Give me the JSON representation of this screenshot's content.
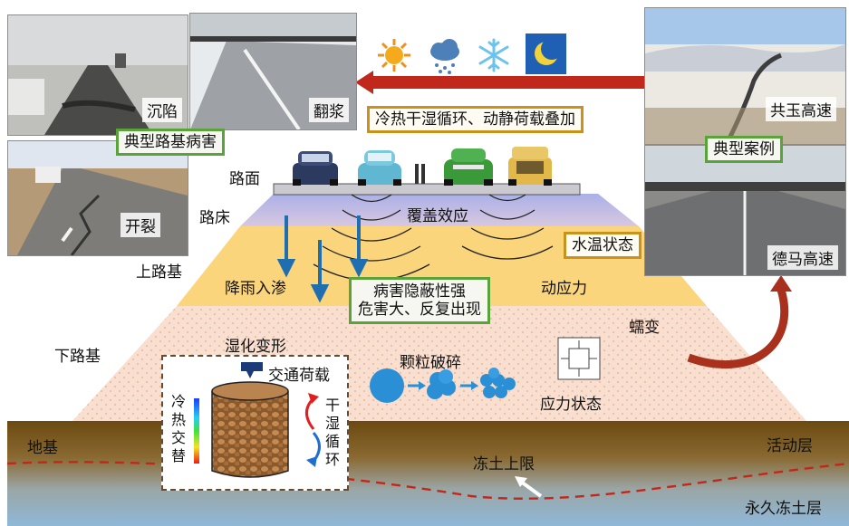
{
  "photos": {
    "subsidence": "沉陷",
    "slurry": "翻浆",
    "cracking": "开裂",
    "gongyu": "共玉高速",
    "dema": "德马高速"
  },
  "boxes": {
    "typical_disease": "典型路基病害",
    "typical_case": "典型案例",
    "cycle": "冷热干湿循环、动静荷载叠加",
    "water_temp": "水温状态",
    "hidden_line1": "病害隐蔽性强",
    "hidden_line2": "危害大、反复出现"
  },
  "layers": {
    "pavement": "路面",
    "roadbed": "路床",
    "upper_subgrade": "上路基",
    "lower_subgrade": "下路基",
    "foundation": "地基",
    "active_layer": "活动层",
    "permafrost_layer": "永久冻土层",
    "permafrost_table": "冻土上限"
  },
  "effects": {
    "cover_effect": "覆盖效应",
    "rain_infiltration": "降雨入渗",
    "dynamic_stress": "动应力",
    "creep": "蠕变",
    "wetting_deformation": "湿化变形",
    "particle_breakage": "颗粒破碎",
    "stress_state": "应力状态"
  },
  "inset": {
    "traffic_load": "交通荷载",
    "cold_hot_alternation": "冷热交替",
    "dry_wet_cycle": "干湿循环"
  },
  "weather_icons": [
    "sun-icon",
    "rain-cloud-icon",
    "snowflake-icon",
    "moon-icon"
  ],
  "colors": {
    "green_box": "#5aa33a",
    "orange_box": "#c9921c",
    "arrow_red": "#c0281c",
    "rain_blue": "#1f6fb0",
    "soil_dark": "#6a4a10"
  }
}
